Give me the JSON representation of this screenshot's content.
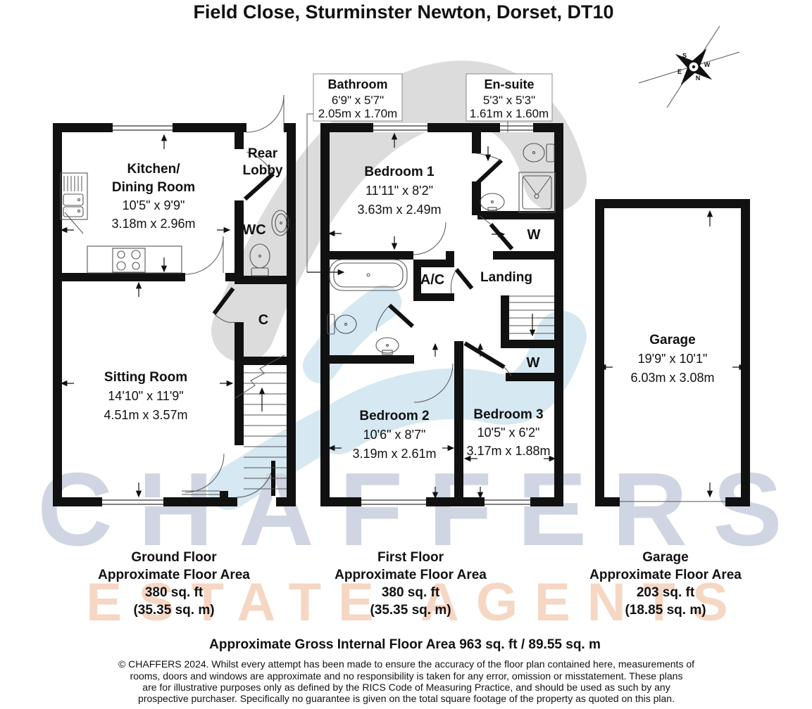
{
  "title": "Field Close, Sturminster Newton, Dorset, DT10",
  "compass": {
    "n": "N",
    "s": "S",
    "e": "E",
    "w": "W"
  },
  "callouts": {
    "bathroom": {
      "name": "Bathroom",
      "imperial": "6'9\" x 5'7\"",
      "metric": "2.05m x 1.70m"
    },
    "ensuite": {
      "name": "En-suite",
      "imperial": "5'3\" x 5'3\"",
      "metric": "1.61m x 1.60m"
    }
  },
  "ground_floor": {
    "kitchen": {
      "name1": "Kitchen/",
      "name2": "Dining Room",
      "imperial": "10'5\" x 9'9\"",
      "metric": "3.18m x 2.96m"
    },
    "rear_lobby_line1": "Rear",
    "rear_lobby_line2": "Lobby",
    "wc": "WC",
    "cupboard": "C",
    "sitting": {
      "name": "Sitting Room",
      "imperial": "14'10\" x 11'9\"",
      "metric": "4.51m x 3.57m"
    }
  },
  "first_floor": {
    "bedroom1": {
      "name": "Bedroom 1",
      "imperial": "11'11\" x 8'2\"",
      "metric": "3.63m x 2.49m"
    },
    "ac": "A/C",
    "landing": "Landing",
    "wardrobe_top": "W",
    "wardrobe_bottom": "W",
    "bedroom2": {
      "name": "Bedroom 2",
      "imperial": "10'6\" x 8'7\"",
      "metric": "3.19m x 2.61m"
    },
    "bedroom3": {
      "name": "Bedroom 3",
      "imperial": "10'5\" x 6'2\"",
      "metric": "3.17m x 1.88m"
    }
  },
  "garage_plan": {
    "name": "Garage",
    "imperial": "19'9\" x 10'1\"",
    "metric": "6.03m x 3.08m"
  },
  "areas": {
    "ground": {
      "l1": "Ground Floor",
      "l2": "Approximate Floor Area",
      "l3": "380 sq. ft",
      "l4": "(35.35 sq. m)"
    },
    "first": {
      "l1": "First Floor",
      "l2": "Approximate Floor Area",
      "l3": "380 sq. ft",
      "l4": "(35.35 sq. m)"
    },
    "garage": {
      "l1": "Garage",
      "l2": "Approximate Floor Area",
      "l3": "203 sq. ft",
      "l4": "(18.85 sq. m)"
    }
  },
  "gross_area": "Approximate Gross Internal Floor Area 963 sq. ft / 89.55 sq. m",
  "disclaimer": [
    "© CHAFFERS 2024. Whilst every attempt has been made to ensure the accuracy of the floor plan contained here, measurements of",
    "rooms, doors and windows are approximate and no responsibility is taken for any error, omission or misstatement. These plans",
    "are for illustrative purposes only as defined by the RICS Code of Measuring Practice, and should be used as such by any",
    "prospective purchaser. Specifically no guarantee is given on the total square footage of the property as quoted on this plan."
  ],
  "watermark": {
    "line1": "CHAFFERS",
    "line2": "ESTATE AGENTS"
  },
  "colors": {
    "wall": "#111111",
    "fixture_line": "#555555",
    "watermark_gray": "#dcdcdc",
    "watermark_blue": "#d6e8f2",
    "watermark_text_blue": "#cfd5e2",
    "watermark_text_peach": "#f6d7c3"
  }
}
